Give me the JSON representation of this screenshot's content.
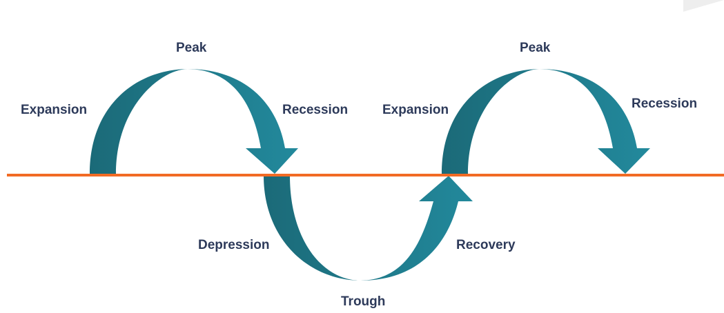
{
  "diagram": {
    "labels": {
      "peak_1": "Peak",
      "expansion_1": "Expansion",
      "recession_1": "Recession",
      "expansion_2": "Expansion",
      "peak_2": "Peak",
      "recession_2": "Recession",
      "depression": "Depression",
      "trough": "Trough",
      "recovery": "Recovery"
    },
    "colors": {
      "baseline": "#f26b24",
      "arrow_dark": "#1b6a78",
      "arrow_light": "#22889b",
      "text": "#2d3a5a",
      "corner_mark": "#eeeeee"
    }
  }
}
